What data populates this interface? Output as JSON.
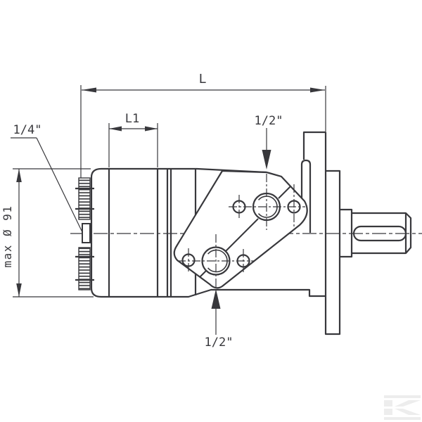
{
  "title": "Hydraulic orbital motor dimensional side-view drawing",
  "labels": {
    "dim_overall_length": "L",
    "dim_front_section_length": "L1",
    "drain_port_size": "1/4\"",
    "top_port_size": "1/2\"",
    "bottom_port_size": "1/2\"",
    "max_diameter": "max Ø 91"
  },
  "colors": {
    "line": "#38383c",
    "background": "#ffffff",
    "watermark": "#ededed"
  }
}
